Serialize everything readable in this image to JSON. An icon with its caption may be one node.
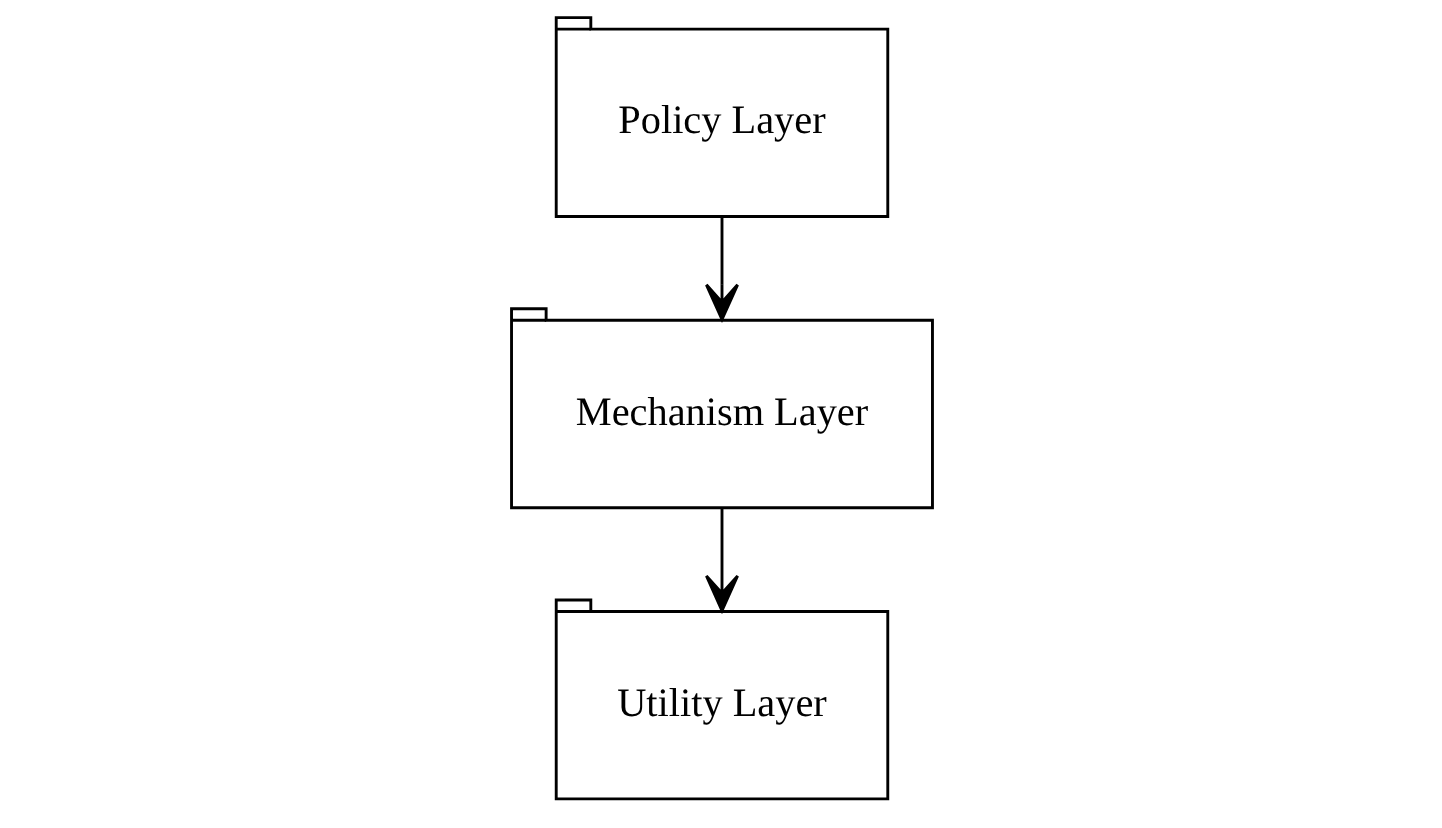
{
  "diagram": {
    "nodes": [
      {
        "text": [
          "Policy Layer"
        ]
      },
      {
        "text": [
          "Mechanism Layer"
        ]
      },
      {
        "text": [
          "Utility Layer"
        ]
      }
    ],
    "edges": [
      {
        "from": 0,
        "to": 1,
        "arrow": "to"
      },
      {
        "from": 1,
        "to": 2,
        "arrow": "to"
      }
    ]
  }
}
